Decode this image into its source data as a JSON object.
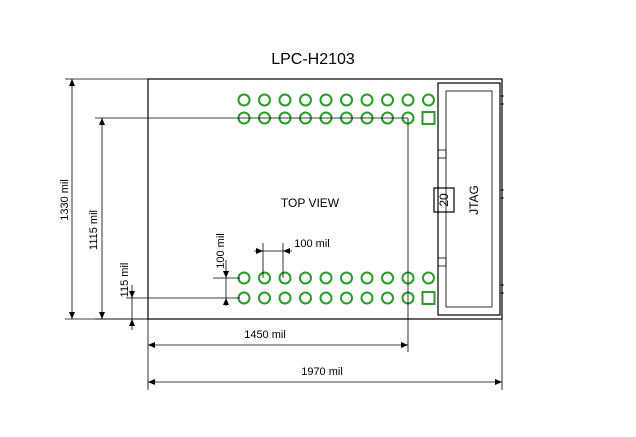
{
  "title": "LPC-H2103",
  "view_label": "TOP VIEW",
  "connector_label": "JTAG",
  "pin_count_label": "20",
  "dimensions": {
    "height_total": "1330 mil",
    "height_rows": "1115 mil",
    "row_offset": "115 mil",
    "row_pitch": "100 mil",
    "pin_pitch": "100 mil",
    "width_rows": "1450 mil",
    "width_total": "1970 mil"
  },
  "colors": {
    "pad_ring": "#2b9c2b",
    "line": "#000000"
  },
  "pin_rows": 4,
  "pins_per_row": 10
}
